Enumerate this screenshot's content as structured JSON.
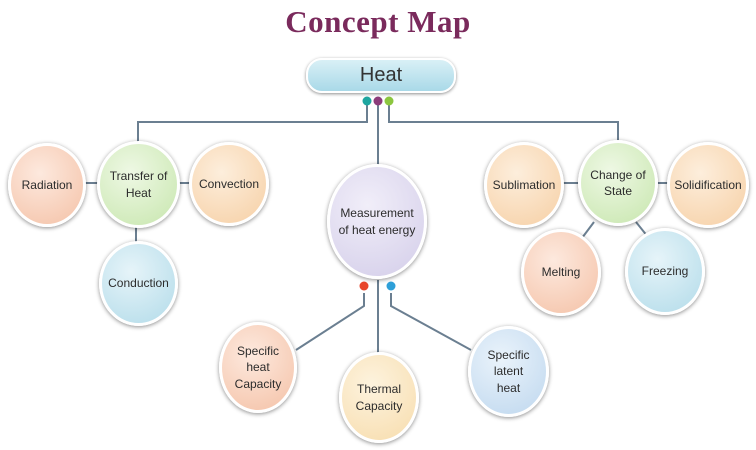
{
  "title": "Concept Map",
  "root": "Heat",
  "branches": {
    "transfer": {
      "label": "Transfer of Heat",
      "children": [
        "Radiation",
        "Convection",
        "Conduction"
      ]
    },
    "measurement": {
      "label": "Measurement of heat energy",
      "children": [
        "Specific heat Capacity",
        "Thermal Capacity",
        "Specific latent heat"
      ]
    },
    "change": {
      "label": "Change of State",
      "children": [
        "Sublimation",
        "Solidification",
        "Melting",
        "Freezing"
      ]
    }
  },
  "colors": {
    "title": "#7a2a5c",
    "connector": "#6b7f91",
    "dot_teal": "#1ea6a0",
    "dot_purple": "#8c3b7a",
    "dot_green": "#8cc63f",
    "dot_red": "#e8452a",
    "dot_blue": "#2e9fd8"
  }
}
